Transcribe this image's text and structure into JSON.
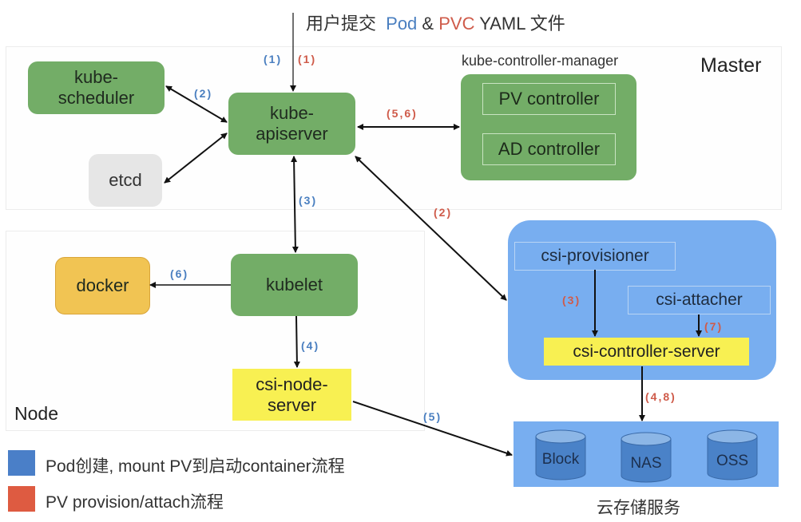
{
  "header": {
    "prefix": "用户提交",
    "pod": "Pod",
    "amp": "&",
    "pvc": "PVC",
    "suffix": "YAML 文件"
  },
  "regions": {
    "master": "Master",
    "node": "Node",
    "cloud_storage": "云存储服务"
  },
  "components": {
    "kube_scheduler": "kube-\nscheduler",
    "kube_scheduler_l1": "kube-",
    "kube_scheduler_l2": "scheduler",
    "kube_apiserver_l1": "kube-",
    "kube_apiserver_l2": "apiserver",
    "etcd": "etcd",
    "kube_controller_manager": "kube-controller-manager",
    "pv_controller": "PV controller",
    "ad_controller": "AD controller",
    "docker": "docker",
    "kubelet": "kubelet",
    "csi_node_server_l1": "csi-node-",
    "csi_node_server_l2": "server",
    "csi_provisioner": "csi-provisioner",
    "csi_attacher": "csi-attacher",
    "csi_controller_server": "csi-controller-server",
    "storage": [
      "Block",
      "NAS",
      "OSS"
    ]
  },
  "steps": {
    "user_blue": "(1)",
    "user_red": "(1)",
    "scheduler_blue": "(2)",
    "controller_red": "(5,6)",
    "kubelet_blue": "(3)",
    "csi_red": "(2)",
    "docker_blue": "(6)",
    "csinode_blue": "(4)",
    "provisioner_red": "(3)",
    "attacher_red": "(7)",
    "storage_red": "(4,8)",
    "nodeserver_blue": "(5)"
  },
  "legend": [
    {
      "color": "#4a7fc8",
      "label": "Pod创建, mount PV到启动container流程"
    },
    {
      "color": "#de5b41",
      "label": "PV provision/attach流程"
    }
  ],
  "colors": {
    "blue_flow": "#4a7fc0",
    "red_flow": "#cf5b4a",
    "component_green": "#73ad67",
    "csi_blue": "#78aef0"
  }
}
